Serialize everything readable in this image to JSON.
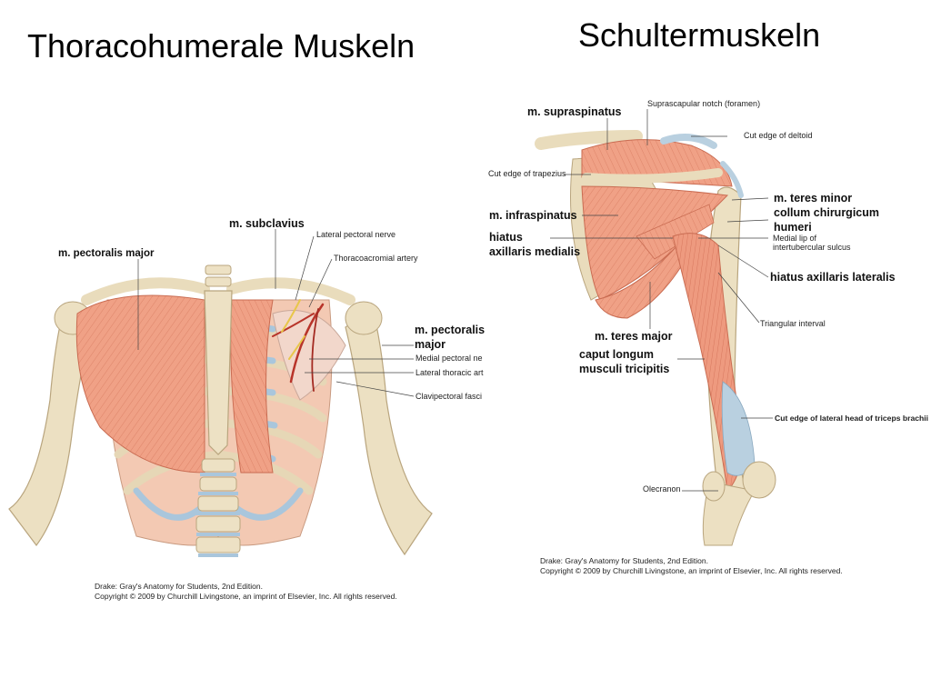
{
  "titles": {
    "left": "Thoracohumerale Muskeln",
    "right": "Schultermuskeln"
  },
  "left_figure": {
    "labels": {
      "subclavius": "m. subclavius",
      "pectoralis_major_left": "m. pectoralis major",
      "lateral_pectoral_nerve": "Lateral pectoral nerve",
      "thoracoacromial_artery": "Thoracoacromial artery",
      "pectoralis_minor_1": "m. pectoralis",
      "pectoralis_minor_2": "major",
      "medial_pectoral_nerve": "Medial pectoral ne",
      "lateral_thoracic_artery": "Lateral thoracic art",
      "clavipectoral_fascia": "Clavipectoral fasci"
    },
    "credit_line1": "Drake: Gray's Anatomy for Students, 2nd Edition.",
    "credit_line2": "Copyright © 2009 by Churchill Livingstone, an imprint of Elsevier, Inc. All rights reserved."
  },
  "right_figure": {
    "labels": {
      "supraspinatus": "m. supraspinatus",
      "suprascapular_notch": "Suprascapular notch (foramen)",
      "cut_edge_deltoid": "Cut edge of deltoid",
      "cut_edge_trapezius": "Cut edge of trapezius",
      "teres_minor": "m. teres minor",
      "collum_1": "collum chirurgicum",
      "collum_2": "humeri",
      "infraspinatus": "m. infraspinatus",
      "medial_lip_1": "Medial lip of",
      "medial_lip_2": "intertubercular sulcus",
      "hiatus_medialis_1": "hiatus",
      "hiatus_medialis_2": "axillaris medialis",
      "hiatus_lateralis": "hiatus axillaris lateralis",
      "triangular_interval": "Triangular interval",
      "teres_major": "m. teres major",
      "caput_1": "caput longum",
      "caput_2": "musculi tricipitis",
      "cut_edge_triceps": "Cut edge of lateral head of triceps brachii",
      "olecranon": "Olecranon"
    },
    "credit_line1": "Drake: Gray's Anatomy for Students, 2nd Edition.",
    "credit_line2": "Copyright © 2009 by Churchill Livingstone, an imprint of Elsevier, Inc. All rights reserved."
  },
  "colors": {
    "muscle": "#f0a186",
    "muscle_dark": "#d9735a",
    "bone": "#eee1c3",
    "bone_edge": "#b9a57e",
    "cartilage": "#a9c6dc",
    "nerve": "#e8c64a",
    "artery": "#b8342a"
  }
}
